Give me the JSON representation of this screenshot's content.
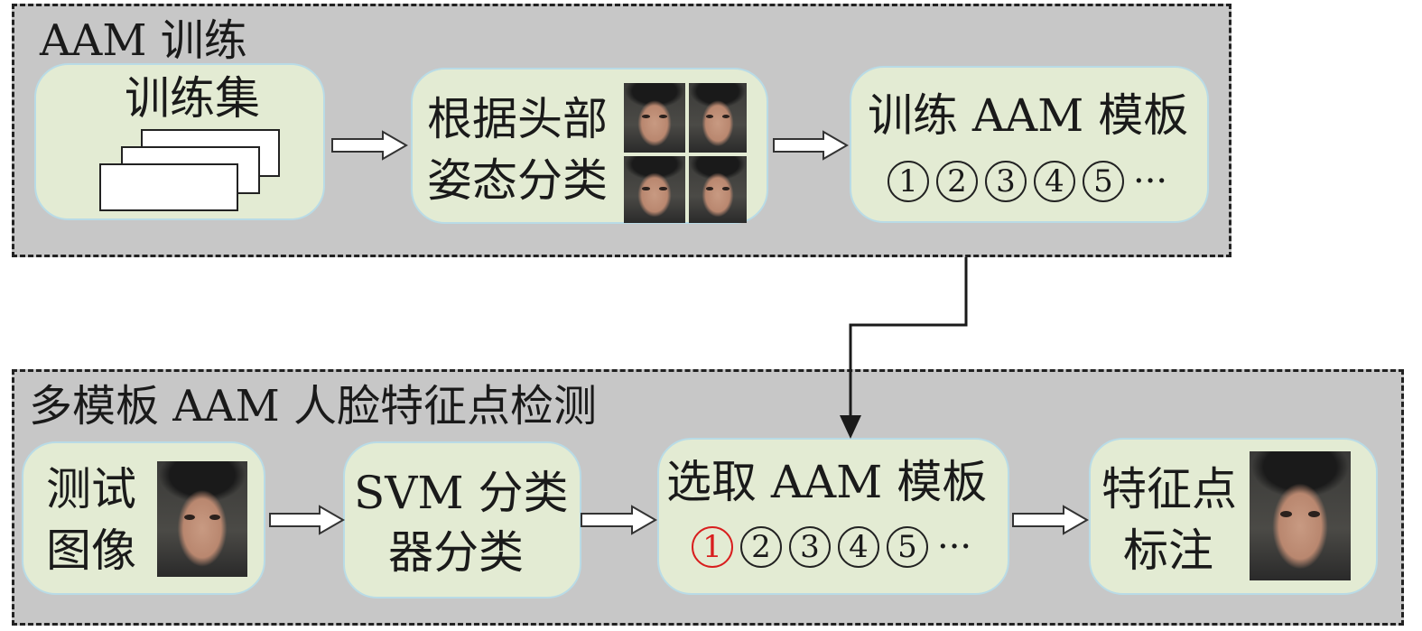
{
  "training_panel": {
    "title": "AAM 训练",
    "training_set_label": "训练集",
    "pose_classify_line1": "根据头部",
    "pose_classify_line2": "姿态分类",
    "train_template_label": "训练 AAM 模板",
    "template_numbers": [
      "1",
      "2",
      "3",
      "4",
      "5"
    ],
    "ellipsis": "···"
  },
  "detection_panel": {
    "title": "多模板 AAM 人脸特征点检测",
    "test_image_line1": "测试",
    "test_image_line2": "图像",
    "svm_line1": "SVM 分类",
    "svm_line2": "器分类",
    "select_template_label": "选取 AAM 模板",
    "template_numbers": [
      "1",
      "2",
      "3",
      "4",
      "5"
    ],
    "selected_index": 0,
    "ellipsis": "···",
    "landmark_line1": "特征点",
    "landmark_line2": "标注"
  },
  "colors": {
    "panel_bg": "#c7c7c7",
    "node_bg": "#e3ebd3",
    "node_border": "#b9dbe6",
    "selected_number": "#d81e1e"
  }
}
